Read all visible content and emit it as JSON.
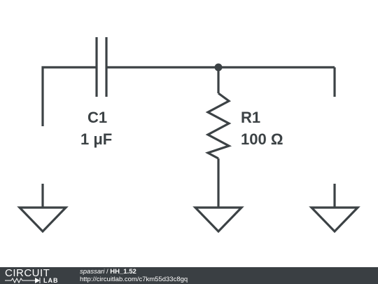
{
  "components": {
    "capacitor": {
      "ref": "C1",
      "value": "1 μF"
    },
    "resistor": {
      "ref": "R1",
      "value": "100 Ω"
    }
  },
  "footer": {
    "logo_top": "CIRCUIT",
    "logo_bottom": "LAB",
    "author": "spassari",
    "separator": "/",
    "project": "HH_1.52",
    "url": "http://circuitlab.com/c7km55d33c8gq"
  },
  "colors": {
    "wire": "#3c4245",
    "footer_background": "#3a3f43",
    "background": "#ffffff"
  }
}
